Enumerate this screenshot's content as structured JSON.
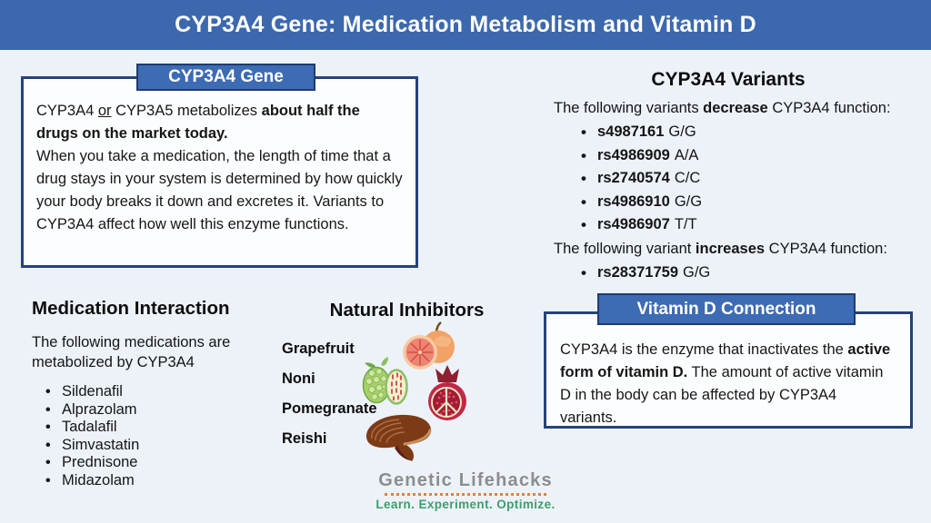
{
  "banner": {
    "title": "CYP3A4 Gene: Medication Metabolism and Vitamin D"
  },
  "gene_box": {
    "tab_label": "CYP3A4 Gene",
    "seg_a": "CYP3A4 ",
    "seg_or": "or",
    "seg_b": " CYP3A5 metabolizes ",
    "seg_bold": "about half the drugs on the market today.",
    "para2": "When you take a medication, the length of time that a drug stays in your system is determined by how quickly your body breaks it down and excretes it. Variants to CYP3A4 affect how well this enzyme functions."
  },
  "variants": {
    "heading": "CYP3A4 Variants",
    "decrease_prefix": "The following variants ",
    "decrease_bold": "decrease",
    "decrease_suffix": " CYP3A4 function:",
    "decrease_items": [
      {
        "id": "s4987161",
        "genotype": "G/G"
      },
      {
        "id": "rs4986909",
        "genotype": "A/A"
      },
      {
        "id": "rs2740574",
        "genotype": "C/C"
      },
      {
        "id": "rs4986910",
        "genotype": "G/G"
      },
      {
        "id": "rs4986907",
        "genotype": "T/T"
      }
    ],
    "increase_prefix": "The following variant ",
    "increase_bold": "increases",
    "increase_suffix": " CYP3A4 function:",
    "increase_items": [
      {
        "id": "rs28371759",
        "genotype": "G/G"
      }
    ]
  },
  "medication": {
    "heading": "Medication Interaction",
    "intro": "The following medications are metabolized by CYP3A4",
    "items": [
      "Sildenafil",
      "Alprazolam",
      "Tadalafil",
      "Simvastatin",
      "Prednisone",
      "Midazolam"
    ]
  },
  "inhibitors": {
    "heading": "Natural Inhibitors",
    "items": [
      {
        "label": "Grapefruit",
        "icon": "grapefruit-icon"
      },
      {
        "label": "Noni",
        "icon": "noni-icon"
      },
      {
        "label": "Pomegranate",
        "icon": "pomegranate-icon"
      },
      {
        "label": "Reishi",
        "icon": "reishi-icon"
      }
    ]
  },
  "vitamin_d": {
    "tab_label": "Vitamin D Connection",
    "seg_a": "CYP3A4 is the enzyme that inactivates the ",
    "seg_bold": "active form of vitamin D.",
    "seg_b": " The amount of active vitamin D in the body can be affected by CYP3A4 variants."
  },
  "logo": {
    "name": "Genetic Lifehacks",
    "tagline": "Learn. Experiment. Optimize."
  },
  "colors": {
    "banner_blue": "#3c68ae",
    "tab_blue": "#3d6bb4",
    "tab_border": "#1f3c72",
    "box_border_navy": "#24437a",
    "page_bg": "#edf2f9",
    "box_bg": "#fcfdff",
    "text": "#151515",
    "logo_gray": "#8d8d8d",
    "logo_green": "#3f9e6a",
    "logo_orange": "#e0813c"
  }
}
